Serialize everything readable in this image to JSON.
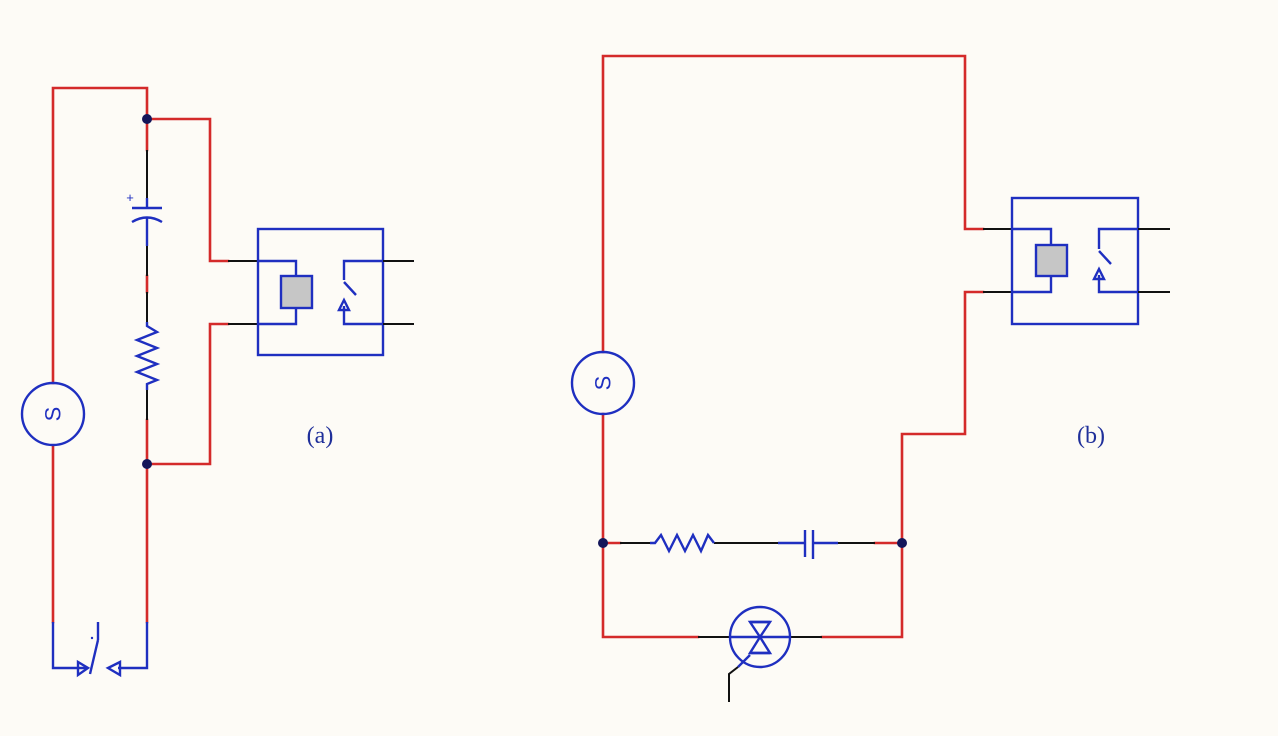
{
  "colors": {
    "background": "#fdfbf6",
    "wire": "#d42a2a",
    "component": "#1f2fc0",
    "lead": "#111111",
    "node": "#14165a",
    "relay_coil_fill": "#c6c6c6"
  },
  "circuit_a": {
    "caption": "(a)",
    "source_label": "S",
    "capacitor_polarity": "+"
  },
  "circuit_b": {
    "caption": "(b)",
    "source_label": "S"
  }
}
